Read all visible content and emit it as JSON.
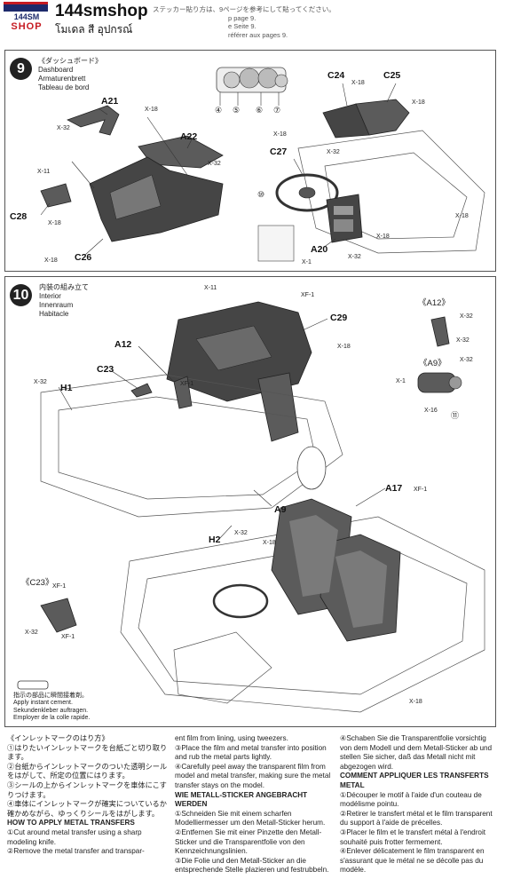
{
  "header": {
    "logo_top": "144SM",
    "logo_bottom": "SHOP",
    "shop_name": "144smshop",
    "shop_subtitle": "โมเดล สี อุปกรณ์",
    "ref_lines": [
      "ステッカー貼り方は、9ページを参考にして貼ってください。",
      "p page 9.",
      "e Seite 9.",
      "référer aux pages 9."
    ]
  },
  "step9": {
    "number": "9",
    "title_jp": "《ダッシュボード》",
    "title_en": "Dashboard",
    "title_de": "Armaturenbrett",
    "title_fr": "Tableau de bord",
    "markers": [
      "④",
      "⑤",
      "⑥",
      "⑦",
      "⑩"
    ],
    "parts": [
      "A21",
      "A22",
      "C24",
      "C25",
      "C27",
      "C28",
      "C26",
      "A20"
    ],
    "screws": [
      "X-18",
      "X-32",
      "X-11",
      "X-18",
      "X-32",
      "X-18",
      "X-18",
      "X-32",
      "X-18",
      "X-18",
      "X-18",
      "X-1",
      "X-32",
      "X-18"
    ]
  },
  "step10": {
    "number": "10",
    "title_jp": "内装の組み立て",
    "title_en": "Interior",
    "title_de": "Innenraum",
    "title_fr": "Habitacle",
    "parts": [
      "C29",
      "A12",
      "C23",
      "H1",
      "A9",
      "H2",
      "A17"
    ],
    "sub_a12": "《A12》",
    "sub_a9": "《A9》",
    "sub_c23": "《C23》",
    "screws": [
      "X-11",
      "XF-1",
      "X-18",
      "X-32",
      "XF-1",
      "X-32",
      "X-1",
      "X-16",
      "X-32",
      "X-32",
      "XF-1",
      "X-18",
      "XF-1",
      "X-32",
      "XF-1",
      "X-18"
    ],
    "marker_11": "⑪",
    "glue_jp": "指示の部品に瞬間接着剤。",
    "glue_en": "Apply instant cement.",
    "glue_de": "Sekundenkleber auftragen.",
    "glue_fr": "Employer de la colle rapide."
  },
  "instructions": {
    "col1": {
      "jp_title": "《インレットマークのはり方》",
      "jp_1": "①はりたいインレットマークを台紙ごと切り取ります。",
      "jp_2": "②台紙からインレットマークのついた透明シールをはがして、所定の位置にはります。",
      "jp_3": "③シールの上からインレットマークを車体にこすりつけます。",
      "jp_4": "④車体にインレットマークが確実についているか確かめながら、ゆっくりシールをはがします。",
      "en_title": "HOW TO APPLY METAL TRANSFERS",
      "en_1": "①Cut around metal transfer using a sharp modeling knife.",
      "en_2": "②Remove the metal transfer and transpar-"
    },
    "col2": {
      "en_2b": "ent film from lining, using tweezers.",
      "en_3": "③Place the film and metal transfer into position and rub the metal parts lightly.",
      "en_4": "④Carefully peel away the transparent film from model and metal transfer, making sure the metal transfer stays on the model.",
      "de_title": "WIE METALL-STICKER ANGEBRACHT WERDEN",
      "de_1": "①Schneiden Sie mit einem scharfen Modelliermesser um den Metall-Sticker herum.",
      "de_2": "②Entfernen Sie mit einer Pinzette den Metall-Sticker und die Transparentfolie von den Kennzeichnungslinien.",
      "de_3": "③Die Folie und den Metall-Sticker an die entsprechende Stelle plazieren und festrubbeln."
    },
    "col3": {
      "de_4": "④Schaben Sie die Transparentfolie vorsichtig von dem Modell und dem Metall-Sticker ab und stellen Sie sicher, daß das Metall nicht mit abgezogen wird.",
      "fr_title": "COMMENT APPLIQUER LES TRANSFERTS METAL",
      "fr_1": "①Découper le motif à l'aide d'un couteau de modélisme pointu.",
      "fr_2": "②Retirer le transfert métal et le film transparent du support à l'aide de précelles.",
      "fr_3": "③Placer le film et le transfert métal à l'endroit souhaité puis frotter fermement.",
      "fr_4": "④Enlever délicatement le film transparent en s'assurant que le métal ne se décolle pas du modèle."
    }
  },
  "colors": {
    "brand_blue": "#1d2a6b",
    "brand_red": "#c61b22",
    "part_fill": "#5b5b5b"
  }
}
